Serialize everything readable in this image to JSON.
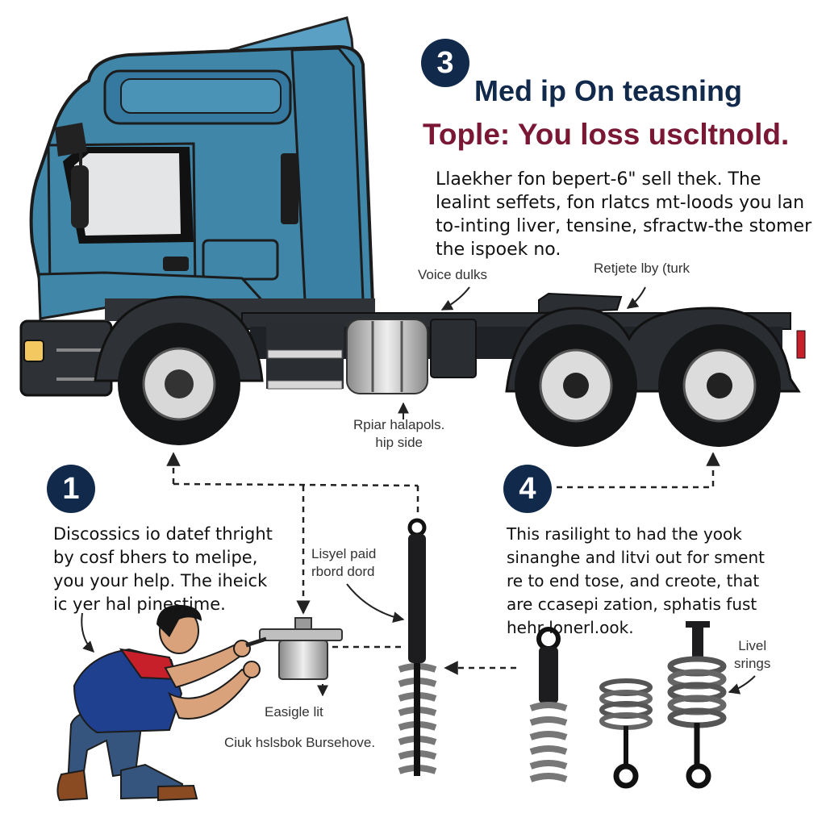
{
  "badges": {
    "b1": "1",
    "b3": "3",
    "b4": "4"
  },
  "header": {
    "title": "Med ip On teasning",
    "subtitle": "Tople: You loss uscltnold."
  },
  "intro_lines": [
    "Llaekher fon bepert-6\" sell thek. The",
    "lealint seffets, fon rlatcs mt-loods you lan",
    "to-inting liver, tensine, sfractw-the stomer",
    "the ispoek no."
  ],
  "left_lines": [
    "Discossics io datef thright",
    "by cosf bhers to melipe,",
    "you your help. The iheick",
    "ic yer hal pinestime."
  ],
  "right_lines": [
    "This rasilight to had the yook",
    "sinanghe and litvi out for sment",
    "re to end tose, and creote, that",
    "are ccasepi zation, sphatis fust",
    "hehr lonerl.ook."
  ],
  "labels": {
    "voice": "Voice dulks",
    "retjete": "Retjete lby (turk",
    "rpiar_1": "Rpiar halapols.",
    "rpiar_2": "hip side",
    "lisyel_1": "Lisyel paid",
    "lisyel_2": "rbord dord",
    "easigle": "Easigle lit",
    "ciuk": "Ciuk hslsbok Bursehove.",
    "livel_1": "Livel",
    "livel_2": "srings"
  },
  "colors": {
    "cab_blue": "#3f86a8",
    "badge_navy": "#11294a",
    "subtitle_maroon": "#7a1734",
    "shirt_blue": "#1f3f8f",
    "shirt_red": "#c8202a",
    "jeans": "#36557e",
    "skin": "#d9a27a"
  }
}
